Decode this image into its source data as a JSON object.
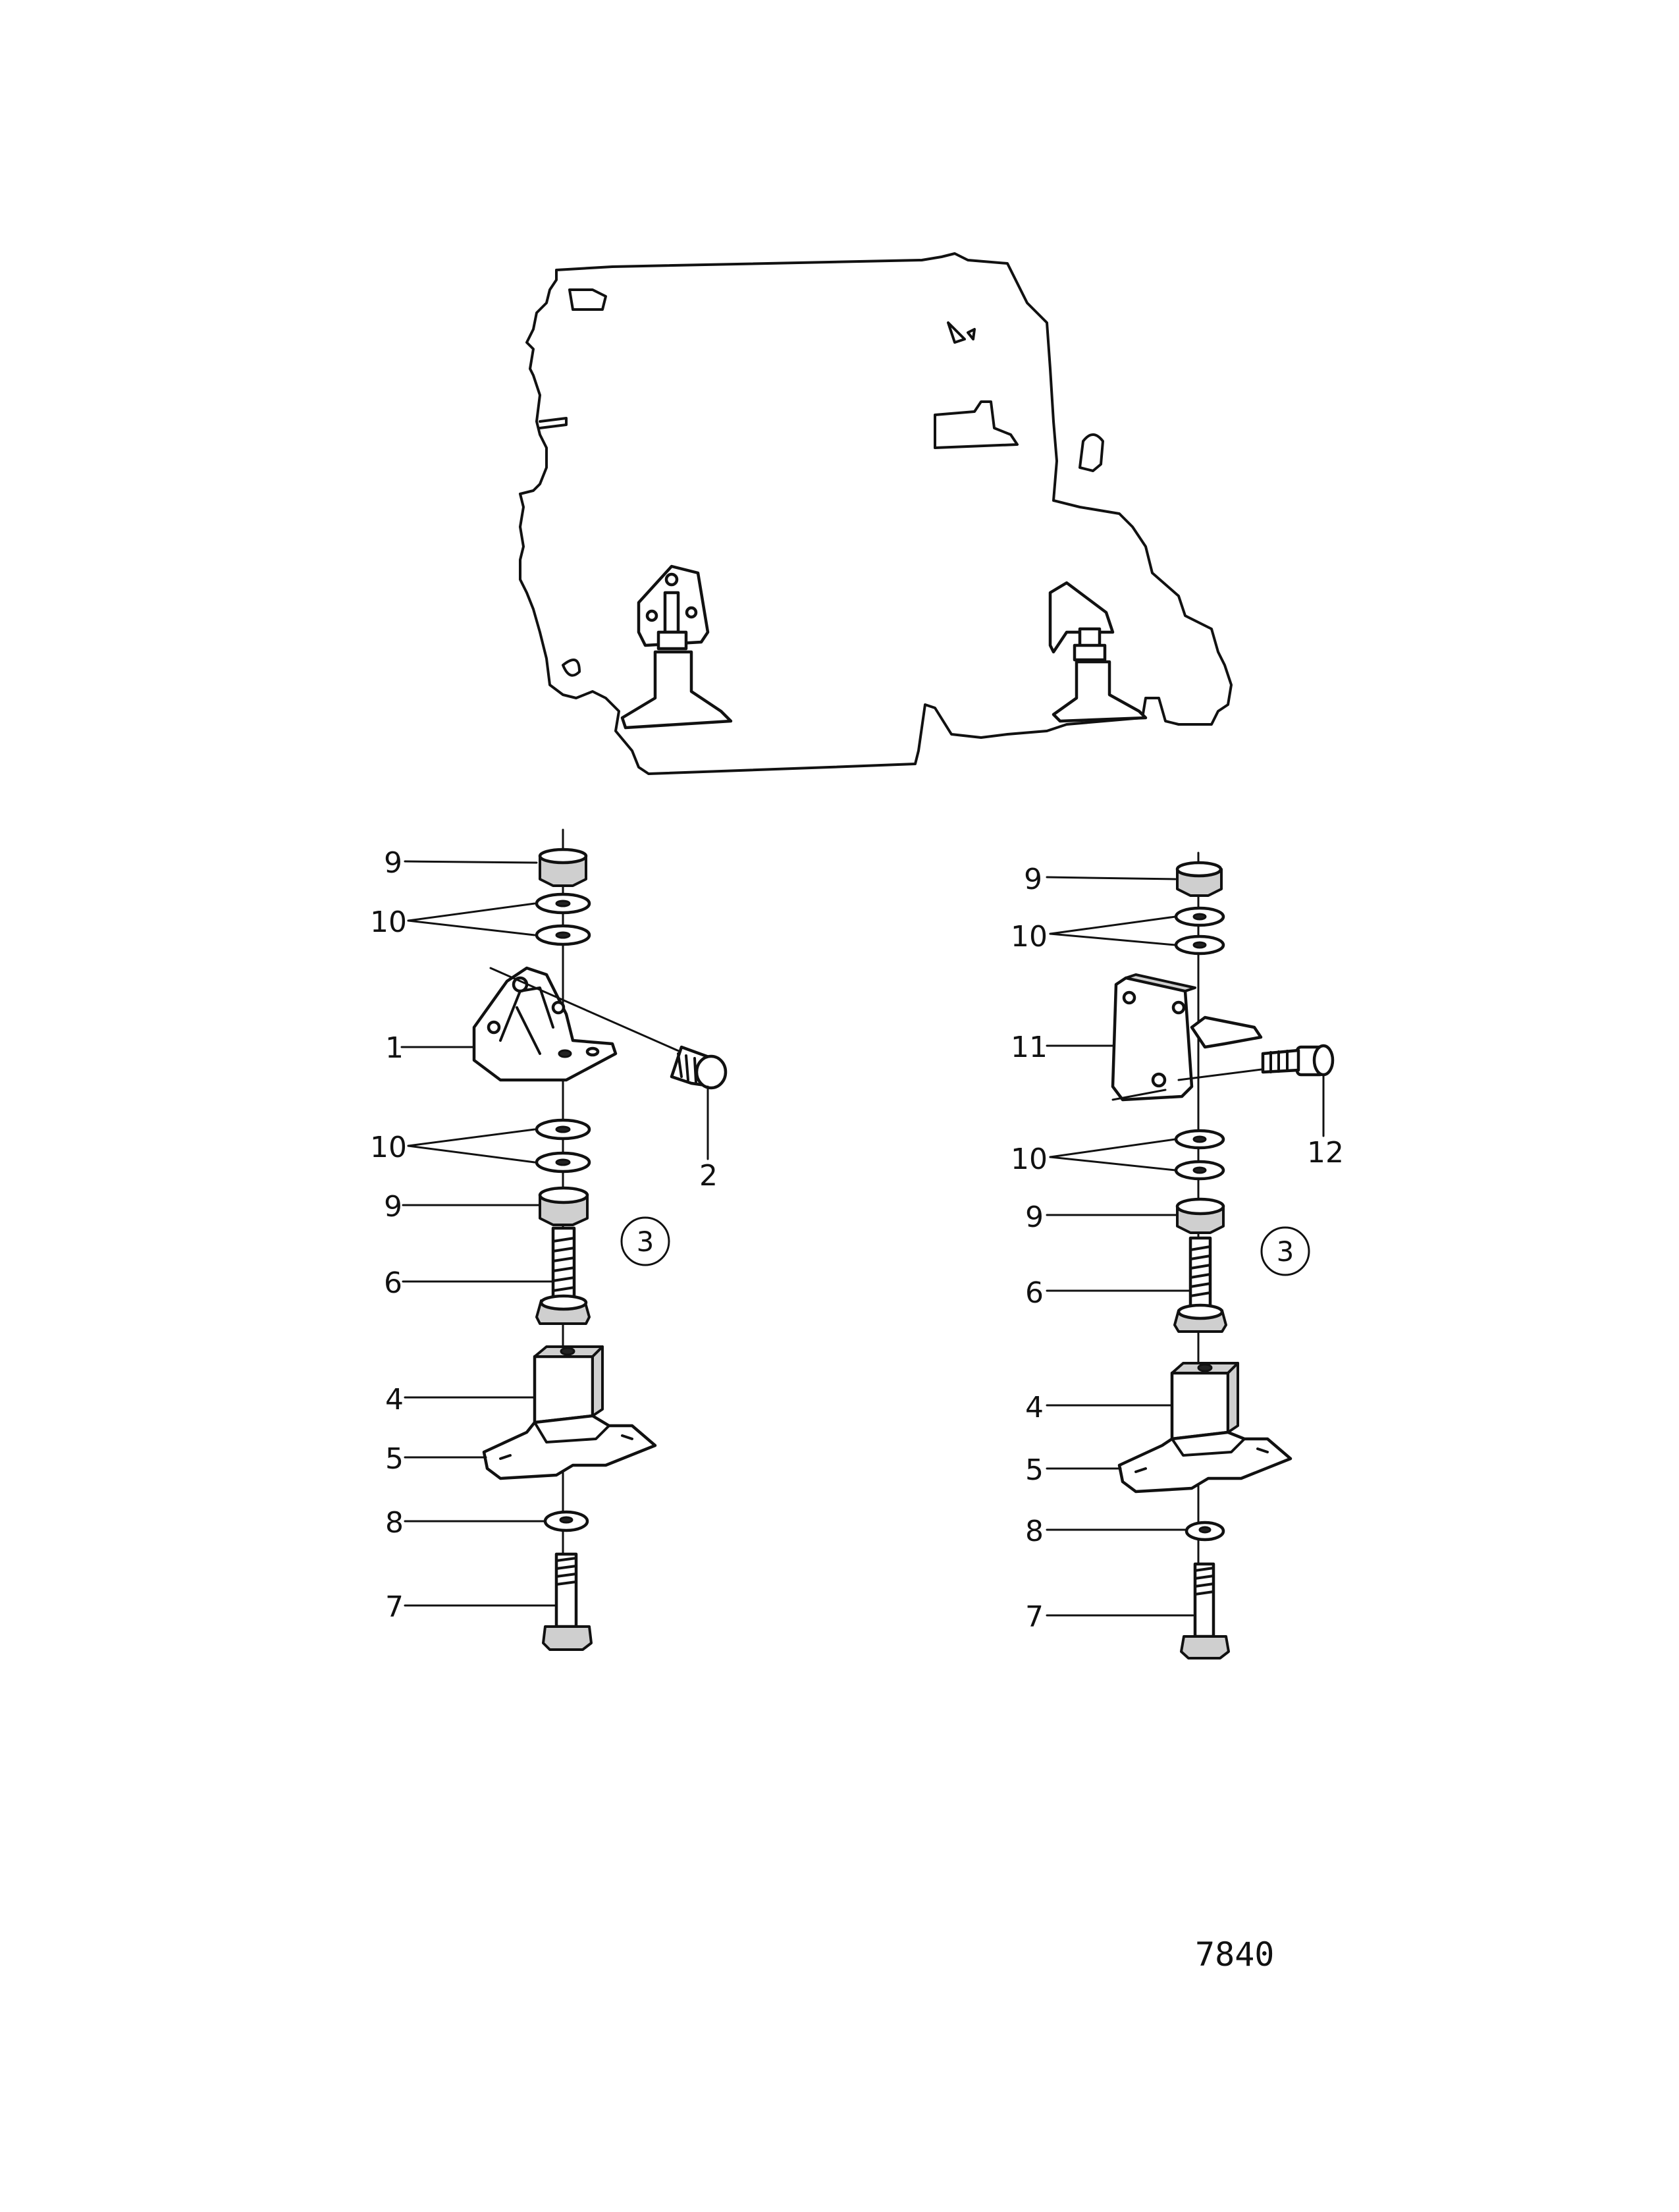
{
  "diagram": {
    "figure_number": "7840",
    "left_assembly": {
      "labels": [
        "9",
        "10",
        "1",
        "2",
        "10",
        "9",
        "6",
        "4",
        "5",
        "8",
        "7"
      ],
      "circled": "3"
    },
    "right_assembly": {
      "labels": [
        "9",
        "10",
        "11",
        "12",
        "10",
        "9",
        "6",
        "4",
        "5",
        "8",
        "7"
      ],
      "circled": "3"
    }
  }
}
